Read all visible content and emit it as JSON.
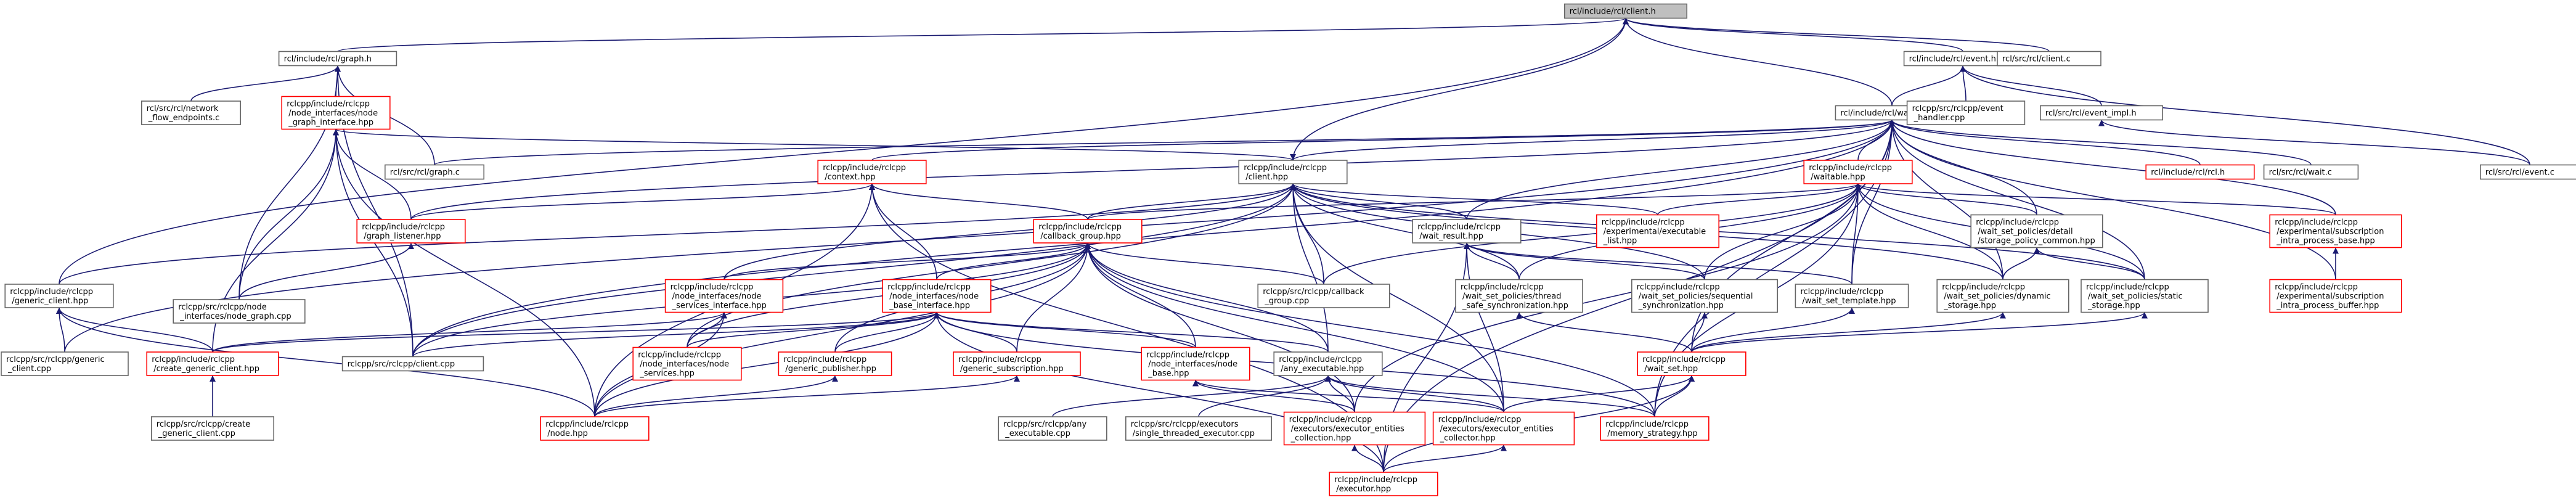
{
  "graph": {
    "title": "rcl/include/rcl/client.h",
    "nodes": [
      {
        "id": "client_h",
        "lines": [
          "rcl/include/rcl/client.h"
        ],
        "kind": "root"
      },
      {
        "id": "graph_h",
        "lines": [
          "rcl/include/rcl/graph.h"
        ],
        "kind": "normal"
      },
      {
        "id": "event_h",
        "lines": [
          "rcl/include/rcl/event.h"
        ],
        "kind": "normal"
      },
      {
        "id": "client_c",
        "lines": [
          "rcl/src/rcl/client.c"
        ],
        "kind": "normal"
      },
      {
        "id": "network_flow",
        "lines": [
          "rcl/src/rcl/network",
          "_flow_endpoints.c"
        ],
        "kind": "normal"
      },
      {
        "id": "node_graph_interface",
        "lines": [
          "rclcpp/include/rclcpp",
          "/node_interfaces/node",
          "_graph_interface.hpp"
        ],
        "kind": "red"
      },
      {
        "id": "wait_h",
        "lines": [
          "rcl/include/rcl/wait.h"
        ],
        "kind": "normal"
      },
      {
        "id": "event_handler_cpp",
        "lines": [
          "rclcpp/src/rclcpp/event",
          "_handler.cpp"
        ],
        "kind": "normal"
      },
      {
        "id": "event_impl_h",
        "lines": [
          "rcl/src/rcl/event_impl.h"
        ],
        "kind": "normal"
      },
      {
        "id": "graph_c",
        "lines": [
          "rcl/src/rcl/graph.c"
        ],
        "kind": "normal"
      },
      {
        "id": "context_hpp",
        "lines": [
          "rclcpp/include/rclcpp",
          "/context.hpp"
        ],
        "kind": "red"
      },
      {
        "id": "client_hpp",
        "lines": [
          "rclcpp/include/rclcpp",
          "/client.hpp"
        ],
        "kind": "normal"
      },
      {
        "id": "waitable_hpp",
        "lines": [
          "rclcpp/include/rclcpp",
          "/waitable.hpp"
        ],
        "kind": "red"
      },
      {
        "id": "rcl_h",
        "lines": [
          "rcl/include/rcl/rcl.h"
        ],
        "kind": "red"
      },
      {
        "id": "wait_c",
        "lines": [
          "rcl/src/rcl/wait.c"
        ],
        "kind": "normal"
      },
      {
        "id": "event_c",
        "lines": [
          "rcl/src/rcl/event.c"
        ],
        "kind": "normal"
      },
      {
        "id": "graph_listener",
        "lines": [
          "rclcpp/include/rclcpp",
          "/graph_listener.hpp"
        ],
        "kind": "red"
      },
      {
        "id": "callback_group",
        "lines": [
          "rclcpp/include/rclcpp",
          "/callback_group.hpp"
        ],
        "kind": "red"
      },
      {
        "id": "wait_result",
        "lines": [
          "rclcpp/include/rclcpp",
          "/wait_result.hpp"
        ],
        "kind": "normal"
      },
      {
        "id": "executable_list",
        "lines": [
          "rclcpp/include/rclcpp",
          "/experimental/executable",
          "_list.hpp"
        ],
        "kind": "red"
      },
      {
        "id": "storage_common",
        "lines": [
          "rclcpp/include/rclcpp",
          "/wait_set_policies/detail",
          "/storage_policy_common.hpp"
        ],
        "kind": "normal"
      },
      {
        "id": "sub_intra_base",
        "lines": [
          "rclcpp/include/rclcpp",
          "/experimental/subscription",
          "_intra_process_base.hpp"
        ],
        "kind": "red"
      },
      {
        "id": "generic_client",
        "lines": [
          "rclcpp/include/rclcpp",
          "/generic_client.hpp"
        ],
        "kind": "normal"
      },
      {
        "id": "node_services_if",
        "lines": [
          "rclcpp/include/rclcpp",
          "/node_interfaces/node",
          "_services_interface.hpp"
        ],
        "kind": "red"
      },
      {
        "id": "node_base_if",
        "lines": [
          "rclcpp/include/rclcpp",
          "/node_interfaces/node",
          "_base_interface.hpp"
        ],
        "kind": "red"
      },
      {
        "id": "node_graph_cpp",
        "lines": [
          "rclcpp/src/rclcpp/node",
          "_interfaces/node_graph.cpp"
        ],
        "kind": "normal"
      },
      {
        "id": "callback_group_cpp",
        "lines": [
          "rclcpp/src/rclcpp/callback",
          "_group.cpp"
        ],
        "kind": "normal"
      },
      {
        "id": "thread_safe_sync",
        "lines": [
          "rclcpp/include/rclcpp",
          "/wait_set_policies/thread",
          "_safe_synchronization.hpp"
        ],
        "kind": "normal"
      },
      {
        "id": "sequential_sync",
        "lines": [
          "rclcpp/include/rclcpp",
          "/wait_set_policies/sequential",
          "_synchronization.hpp"
        ],
        "kind": "normal"
      },
      {
        "id": "wait_set_template",
        "lines": [
          "rclcpp/include/rclcpp",
          "/wait_set_template.hpp"
        ],
        "kind": "normal"
      },
      {
        "id": "dynamic_storage",
        "lines": [
          "rclcpp/include/rclcpp",
          "/wait_set_policies/dynamic",
          "_storage.hpp"
        ],
        "kind": "normal"
      },
      {
        "id": "static_storage",
        "lines": [
          "rclcpp/include/rclcpp",
          "/wait_set_policies/static",
          "_storage.hpp"
        ],
        "kind": "normal"
      },
      {
        "id": "sub_intra_buffer",
        "lines": [
          "rclcpp/include/rclcpp",
          "/experimental/subscription",
          "_intra_process_buffer.hpp"
        ],
        "kind": "red"
      },
      {
        "id": "generic_client_cpp",
        "lines": [
          "rclcpp/src/rclcpp/generic",
          "_client.cpp"
        ],
        "kind": "normal"
      },
      {
        "id": "create_generic_client",
        "lines": [
          "rclcpp/include/rclcpp",
          "/create_generic_client.hpp"
        ],
        "kind": "red"
      },
      {
        "id": "client_cpp",
        "lines": [
          "rclcpp/src/rclcpp/client.cpp"
        ],
        "kind": "normal"
      },
      {
        "id": "node_services_hpp",
        "lines": [
          "rclcpp/include/rclcpp",
          "/node_interfaces/node",
          "_services.hpp"
        ],
        "kind": "red"
      },
      {
        "id": "generic_publisher",
        "lines": [
          "rclcpp/include/rclcpp",
          "/generic_publisher.hpp"
        ],
        "kind": "red"
      },
      {
        "id": "generic_subscription",
        "lines": [
          "rclcpp/include/rclcpp",
          "/generic_subscription.hpp"
        ],
        "kind": "red"
      },
      {
        "id": "node_base_hpp",
        "lines": [
          "rclcpp/include/rclcpp",
          "/node_interfaces/node",
          "_base.hpp"
        ],
        "kind": "red"
      },
      {
        "id": "any_executable",
        "lines": [
          "rclcpp/include/rclcpp",
          "/any_executable.hpp"
        ],
        "kind": "normal"
      },
      {
        "id": "wait_set_hpp",
        "lines": [
          "rclcpp/include/rclcpp",
          "/wait_set.hpp"
        ],
        "kind": "red"
      },
      {
        "id": "create_generic_client_cpp",
        "lines": [
          "rclcpp/src/rclcpp/create",
          "_generic_client.cpp"
        ],
        "kind": "normal"
      },
      {
        "id": "node_hpp",
        "lines": [
          "rclcpp/include/rclcpp",
          "/node.hpp"
        ],
        "kind": "red"
      },
      {
        "id": "any_executable_cpp",
        "lines": [
          "rclcpp/src/rclcpp/any",
          "_executable.cpp"
        ],
        "kind": "normal"
      },
      {
        "id": "single_threaded",
        "lines": [
          "rclcpp/src/rclcpp/executors",
          "/single_threaded_executor.cpp"
        ],
        "kind": "normal"
      },
      {
        "id": "entities_collection",
        "lines": [
          "rclcpp/include/rclcpp",
          "/executors/executor_entities",
          "_collection.hpp"
        ],
        "kind": "red"
      },
      {
        "id": "entities_collector",
        "lines": [
          "rclcpp/include/rclcpp",
          "/executors/executor_entities",
          "_collector.hpp"
        ],
        "kind": "red"
      },
      {
        "id": "memory_strategy",
        "lines": [
          "rclcpp/include/rclcpp",
          "/memory_strategy.hpp"
        ],
        "kind": "red"
      },
      {
        "id": "executor_hpp",
        "lines": [
          "rclcpp/include/rclcpp",
          "/executor.hpp"
        ],
        "kind": "red"
      }
    ],
    "edges": [
      [
        "graph_h",
        "client_h"
      ],
      [
        "event_h",
        "client_h"
      ],
      [
        "client_c",
        "client_h"
      ],
      [
        "wait_h",
        "client_h"
      ],
      [
        "client_hpp",
        "client_h"
      ],
      [
        "generic_client",
        "client_h"
      ],
      [
        "network_flow",
        "graph_h"
      ],
      [
        "node_graph_interface",
        "graph_h"
      ],
      [
        "graph_c",
        "graph_h"
      ],
      [
        "node_graph_cpp",
        "graph_h"
      ],
      [
        "client_cpp",
        "graph_h"
      ],
      [
        "wait_h",
        "event_h"
      ],
      [
        "event_handler_cpp",
        "event_h"
      ],
      [
        "event_impl_h",
        "event_h"
      ],
      [
        "event_c",
        "event_h"
      ],
      [
        "event_c",
        "event_impl_h"
      ],
      [
        "node_graph_interface",
        "client_hpp"
      ],
      [
        "graph_listener",
        "node_graph_interface"
      ],
      [
        "node_graph_cpp",
        "node_graph_interface"
      ],
      [
        "client_cpp",
        "node_graph_interface"
      ],
      [
        "node_hpp",
        "node_graph_interface"
      ],
      [
        "create_generic_client",
        "node_graph_interface"
      ],
      [
        "graph_c",
        "wait_h"
      ],
      [
        "context_hpp",
        "wait_h"
      ],
      [
        "client_hpp",
        "wait_h"
      ],
      [
        "waitable_hpp",
        "wait_h"
      ],
      [
        "rcl_h",
        "wait_h"
      ],
      [
        "wait_c",
        "wait_h"
      ],
      [
        "graph_listener",
        "wait_h"
      ],
      [
        "wait_result",
        "wait_h"
      ],
      [
        "storage_common",
        "wait_h"
      ],
      [
        "sub_intra_base",
        "wait_h"
      ],
      [
        "sub_intra_buffer",
        "wait_h"
      ],
      [
        "wait_set_template",
        "wait_h"
      ],
      [
        "dynamic_storage",
        "wait_h"
      ],
      [
        "static_storage",
        "wait_h"
      ],
      [
        "wait_set_hpp",
        "wait_h"
      ],
      [
        "memory_strategy",
        "wait_h"
      ],
      [
        "executor_hpp",
        "wait_h"
      ],
      [
        "generic_client_cpp",
        "wait_h"
      ],
      [
        "client_cpp",
        "wait_h"
      ],
      [
        "graph_listener",
        "context_hpp"
      ],
      [
        "callback_group",
        "context_hpp"
      ],
      [
        "node_base_if",
        "context_hpp"
      ],
      [
        "node_hpp",
        "context_hpp"
      ],
      [
        "executor_hpp",
        "context_hpp"
      ],
      [
        "callback_group",
        "client_hpp"
      ],
      [
        "wait_result",
        "client_hpp"
      ],
      [
        "executable_list",
        "client_hpp"
      ],
      [
        "generic_client",
        "client_hpp"
      ],
      [
        "node_services_if",
        "client_hpp"
      ],
      [
        "callback_group_cpp",
        "client_hpp"
      ],
      [
        "thread_safe_sync",
        "client_hpp"
      ],
      [
        "sequential_sync",
        "client_hpp"
      ],
      [
        "dynamic_storage",
        "client_hpp"
      ],
      [
        "static_storage",
        "client_hpp"
      ],
      [
        "client_cpp",
        "client_hpp"
      ],
      [
        "node_services_hpp",
        "client_hpp"
      ],
      [
        "any_executable",
        "client_hpp"
      ],
      [
        "entities_collector",
        "client_hpp"
      ],
      [
        "callback_group",
        "waitable_hpp"
      ],
      [
        "executable_list",
        "waitable_hpp"
      ],
      [
        "storage_common",
        "waitable_hpp"
      ],
      [
        "sub_intra_base",
        "waitable_hpp"
      ],
      [
        "thread_safe_sync",
        "waitable_hpp"
      ],
      [
        "sequential_sync",
        "waitable_hpp"
      ],
      [
        "wait_set_template",
        "waitable_hpp"
      ],
      [
        "dynamic_storage",
        "waitable_hpp"
      ],
      [
        "static_storage",
        "waitable_hpp"
      ],
      [
        "memory_strategy",
        "waitable_hpp"
      ],
      [
        "entities_collection",
        "waitable_hpp"
      ],
      [
        "callback_group_cpp",
        "waitable_hpp"
      ],
      [
        "node_graph_cpp",
        "graph_listener"
      ],
      [
        "node_services_if",
        "callback_group"
      ],
      [
        "node_base_if",
        "callback_group"
      ],
      [
        "callback_group_cpp",
        "callback_group"
      ],
      [
        "client_cpp",
        "callback_group"
      ],
      [
        "node_services_hpp",
        "callback_group"
      ],
      [
        "generic_publisher",
        "callback_group"
      ],
      [
        "generic_subscription",
        "callback_group"
      ],
      [
        "node_base_hpp",
        "callback_group"
      ],
      [
        "any_executable",
        "callback_group"
      ],
      [
        "node_hpp",
        "callback_group"
      ],
      [
        "entities_collection",
        "callback_group"
      ],
      [
        "entities_collector",
        "callback_group"
      ],
      [
        "memory_strategy",
        "callback_group"
      ],
      [
        "thread_safe_sync",
        "wait_result"
      ],
      [
        "sequential_sync",
        "wait_result"
      ],
      [
        "wait_set_template",
        "wait_result"
      ],
      [
        "entities_collector",
        "wait_result"
      ],
      [
        "executor_hpp",
        "wait_result"
      ],
      [
        "sub_intra_buffer",
        "sub_intra_base"
      ],
      [
        "dynamic_storage",
        "storage_common"
      ],
      [
        "static_storage",
        "storage_common"
      ],
      [
        "generic_client_cpp",
        "generic_client"
      ],
      [
        "create_generic_client",
        "generic_client"
      ],
      [
        "node_hpp",
        "generic_client"
      ],
      [
        "node_services_hpp",
        "node_services_if"
      ],
      [
        "node_hpp",
        "node_services_if"
      ],
      [
        "create_generic_client",
        "node_services_if"
      ],
      [
        "generic_publisher",
        "node_base_if"
      ],
      [
        "generic_subscription",
        "node_base_if"
      ],
      [
        "node_base_hpp",
        "node_base_if"
      ],
      [
        "any_executable",
        "node_base_if"
      ],
      [
        "node_hpp",
        "node_base_if"
      ],
      [
        "create_generic_client",
        "node_base_if"
      ],
      [
        "client_cpp",
        "node_base_if"
      ],
      [
        "node_services_hpp",
        "node_base_if"
      ],
      [
        "memory_strategy",
        "node_base_if"
      ],
      [
        "executor_hpp",
        "node_base_if"
      ],
      [
        "wait_set_hpp",
        "thread_safe_sync"
      ],
      [
        "wait_set_hpp",
        "sequential_sync"
      ],
      [
        "wait_set_hpp",
        "wait_set_template"
      ],
      [
        "wait_set_hpp",
        "dynamic_storage"
      ],
      [
        "wait_set_hpp",
        "static_storage"
      ],
      [
        "create_generic_client_cpp",
        "create_generic_client"
      ],
      [
        "node_hpp",
        "generic_publisher"
      ],
      [
        "node_hpp",
        "generic_subscription"
      ],
      [
        "any_executable_cpp",
        "any_executable"
      ],
      [
        "single_threaded",
        "any_executable"
      ],
      [
        "entities_collection",
        "any_executable"
      ],
      [
        "entities_collector",
        "any_executable"
      ],
      [
        "memory_strategy",
        "any_executable"
      ],
      [
        "entities_collector",
        "wait_set_hpp"
      ],
      [
        "executor_hpp",
        "wait_set_hpp"
      ],
      [
        "memory_strategy",
        "wait_set_hpp"
      ],
      [
        "executor_hpp",
        "entities_collection"
      ],
      [
        "executor_hpp",
        "entities_collector"
      ],
      [
        "entities_collection",
        "node_base_hpp"
      ],
      [
        "entities_collector",
        "node_base_hpp"
      ]
    ]
  }
}
